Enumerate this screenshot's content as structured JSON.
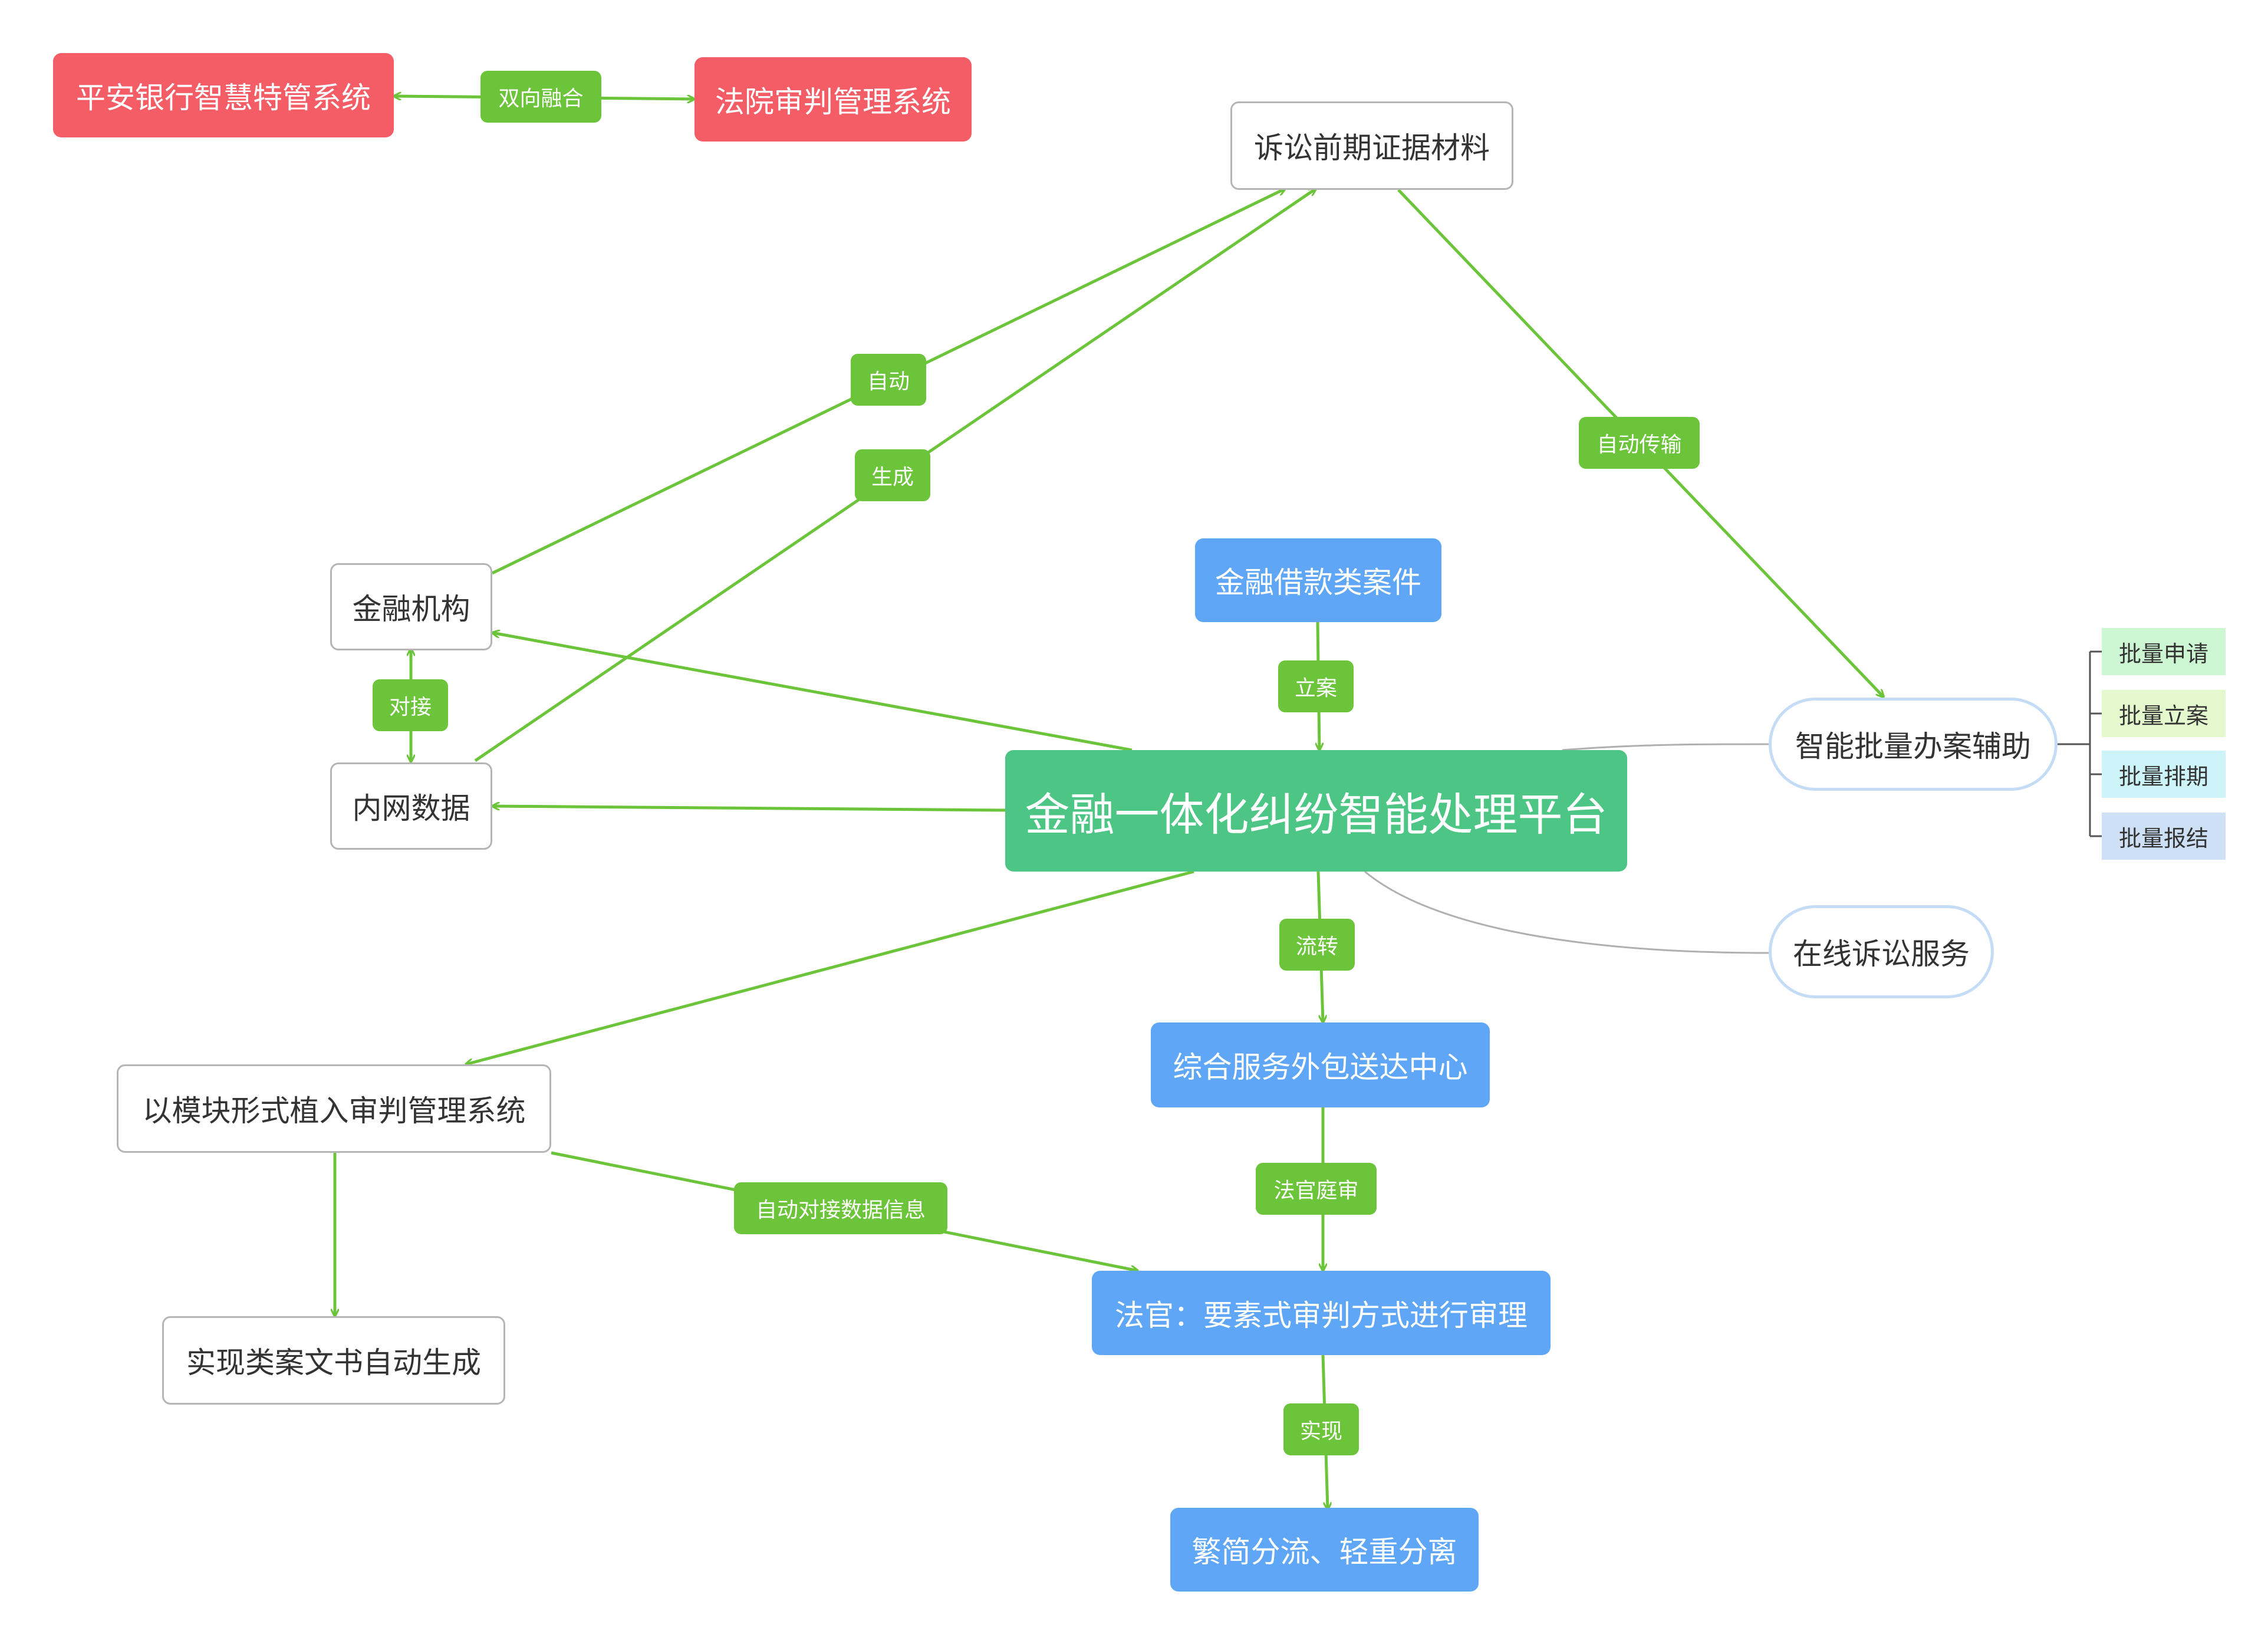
{
  "colors": {
    "edge": "#6bc43a",
    "edge_label": "#6bc43a",
    "node_red": "#f45c66",
    "node_blue": "#5fa7f6",
    "node_green": "#4dc585",
    "node_border": "#b5b5b5",
    "pill_border": "#c4dcf6",
    "connector_gray": "#b0b0b0",
    "tag_bg_1": "#cdf7d2",
    "tag_bg_2": "#e4f9cd",
    "tag_bg_3": "#cdf5f9",
    "tag_bg_4": "#cde0f5"
  },
  "nodes": {
    "pingan": "平安银行智慧特管系统",
    "court_system": "法院审判管理系统",
    "pre_evidence": "诉讼前期证据材料",
    "financial_institution": "金融机构",
    "intranet_data": "内网数据",
    "loan_cases": "金融借款类案件",
    "platform": "金融一体化纠纷智能处理平台",
    "batch_assist": "智能批量办案辅助",
    "online_service": "在线诉讼服务",
    "module_embed": "以模块形式植入审判管理系统",
    "service_center": "综合服务外包送达中心",
    "judge_trial": "法官：要素式审判方式进行审理",
    "auto_documents": "实现类案文书自动生成",
    "triage": "繁简分流、轻重分离"
  },
  "edge_labels": {
    "bidirectional": "双向融合",
    "auto": "自动",
    "generate": "生成",
    "auto_transfer": "自动传输",
    "dock": "对接",
    "filing": "立案",
    "circulation": "流转",
    "judge_hearing": "法官庭审",
    "auto_dock_data": "自动对接数据信息",
    "realize": "实现"
  },
  "batch_tags": [
    "批量申请",
    "批量立案",
    "批量排期",
    "批量报结"
  ]
}
